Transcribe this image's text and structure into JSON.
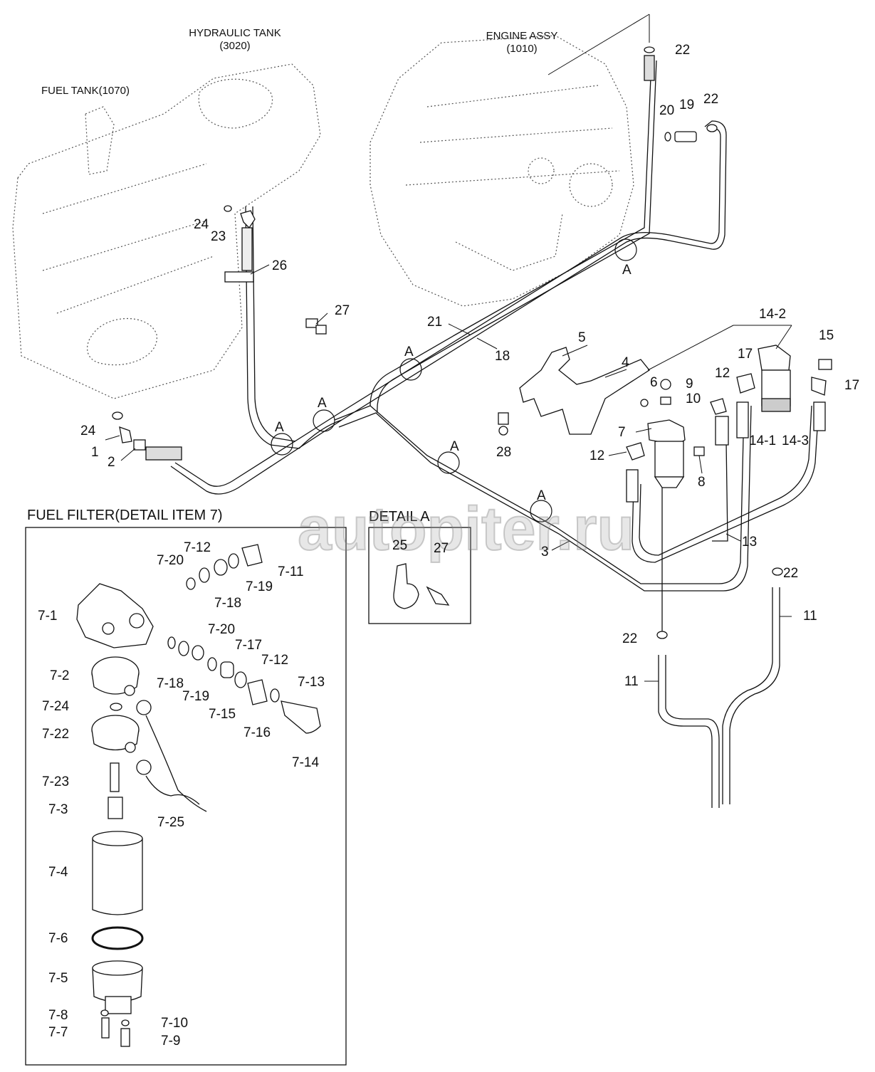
{
  "headers": {
    "hydraulic_tank": "HYDRAULIC TANK",
    "hydraulic_tank_code": "(3020)",
    "engine_assy": "ENGINE ASSY",
    "engine_assy_code": "(1010)",
    "fuel_tank": "FUEL TANK(1070)"
  },
  "sections": {
    "fuel_filter_detail": "FUEL FILTER(DETAIL ITEM 7)",
    "detail_a": "DETAIL  A"
  },
  "watermark": "autopiter.ru",
  "callouts": {
    "c1": "1",
    "c2": "2",
    "c3": "3",
    "c4": "4",
    "c5": "5",
    "c6": "6",
    "c7": "7",
    "c8": "8",
    "c9": "9",
    "c10": "10",
    "c11a": "11",
    "c11b": "11",
    "c12a": "12",
    "c12b": "12",
    "c13": "13",
    "c14_1": "14-1",
    "c14_2": "14-2",
    "c14_3": "14-3",
    "c15": "15",
    "c17a": "17",
    "c17b": "17",
    "c18": "18",
    "c19": "19",
    "c20": "20",
    "c21": "21",
    "c22a": "22",
    "c22b": "22",
    "c22c": "22",
    "c22d": "22",
    "c23": "23",
    "c24a": "24",
    "c24b": "24",
    "c25": "25",
    "c26": "26",
    "c27a": "27",
    "c27b": "27",
    "c28": "28",
    "cA1": "A",
    "cA2": "A",
    "cA3": "A",
    "cA4": "A",
    "cA5": "A",
    "cA6": "A"
  },
  "filter_callouts": {
    "f7_1": "7-1",
    "f7_2": "7-2",
    "f7_3": "7-3",
    "f7_4": "7-4",
    "f7_5": "7-5",
    "f7_6": "7-6",
    "f7_7": "7-7",
    "f7_8": "7-8",
    "f7_9": "7-9",
    "f7_10": "7-10",
    "f7_11": "7-11",
    "f7_12a": "7-12",
    "f7_12b": "7-12",
    "f7_13": "7-13",
    "f7_14": "7-14",
    "f7_15": "7-15",
    "f7_16": "7-16",
    "f7_17": "7-17",
    "f7_18a": "7-18",
    "f7_18b": "7-18",
    "f7_19a": "7-19",
    "f7_19b": "7-19",
    "f7_20a": "7-20",
    "f7_20b": "7-20",
    "f7_22": "7-22",
    "f7_23": "7-23",
    "f7_24": "7-24",
    "f7_25": "7-25"
  }
}
